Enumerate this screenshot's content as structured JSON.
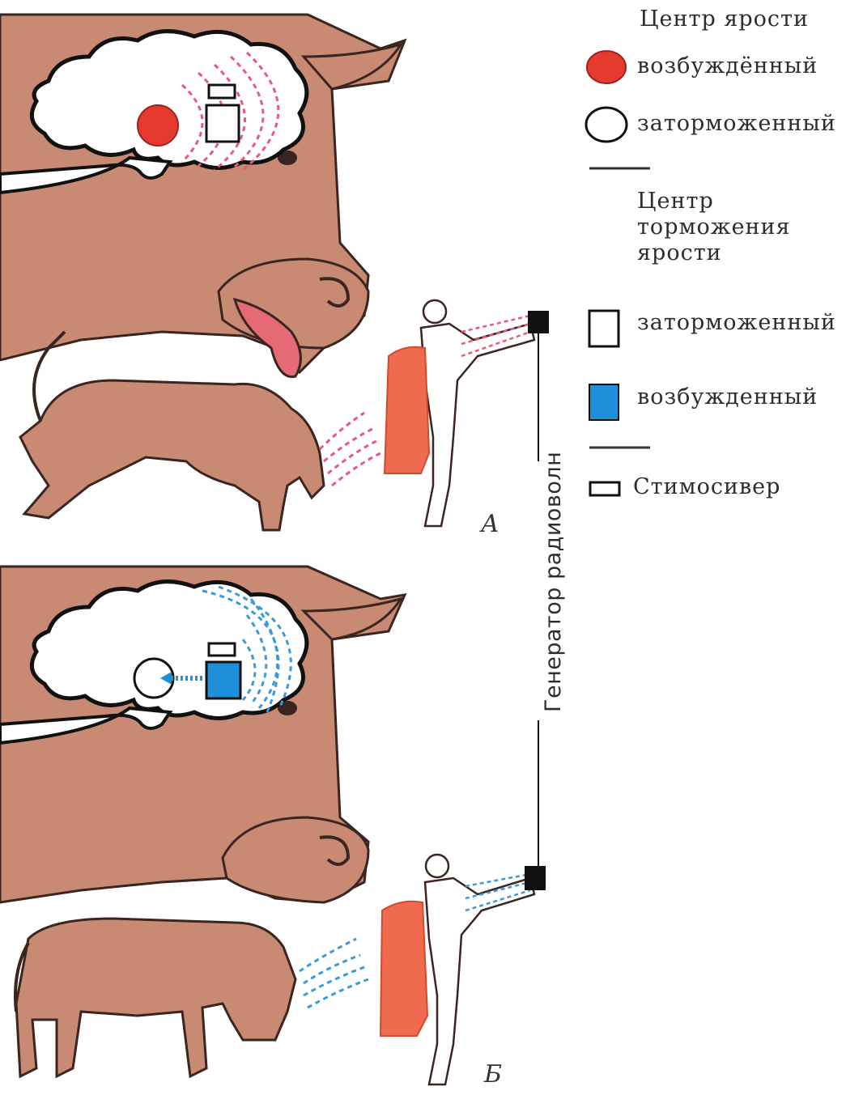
{
  "colors": {
    "bull": "#c98a73",
    "bull_outline": "#3a2520",
    "excited_red": "#e53b2e",
    "excited_blue": "#1e8fd8",
    "red_waves": "#e65a7a",
    "blue_waves": "#3a9ad8",
    "cape": "#ef6a4e",
    "generator": "#111111"
  },
  "legend": {
    "rage_center_title": "Центр ярости",
    "rage_excited": "возбуждённый",
    "rage_inhibited": "заторможенный",
    "inhibition_center_title_1": "Центр",
    "inhibition_center_title_2": "торможения",
    "inhibition_center_title_3": "ярости",
    "inhib_inhibited": "заторможенный",
    "inhib_excited": "возбужденный",
    "stimoceiver": "Стимосивер"
  },
  "panels": {
    "a_label": "А",
    "b_label": "Б"
  },
  "generator_label": "Генератор радиоволн"
}
